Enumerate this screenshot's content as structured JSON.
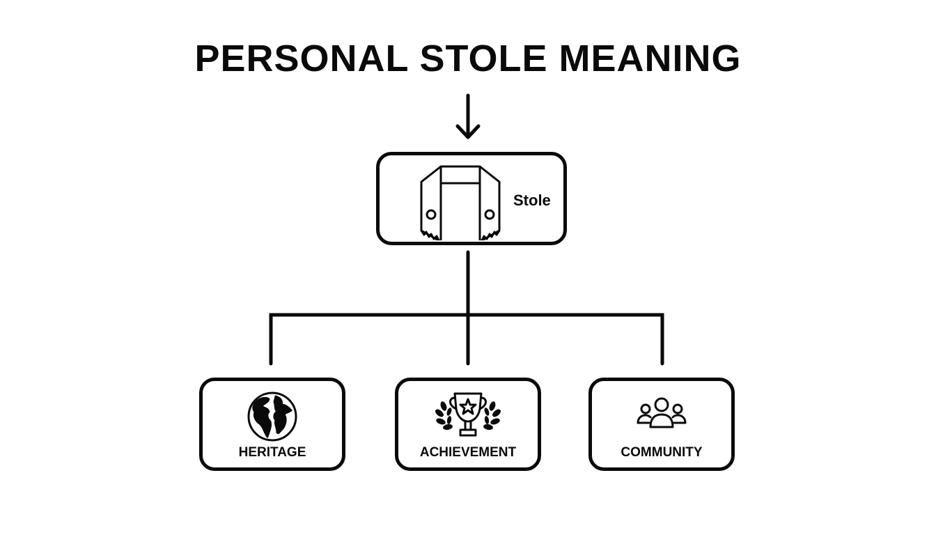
{
  "title": "PERSONAL STOLE MEANING",
  "root": {
    "label": "Stole",
    "icon": "stole-icon"
  },
  "children": [
    {
      "label": "HERITAGE",
      "icon": "globe-icon"
    },
    {
      "label": "ACHIEVEMENT",
      "icon": "trophy-laurel-icon"
    },
    {
      "label": "COMMUNITY",
      "icon": "group-people-icon"
    }
  ],
  "colors": {
    "stroke": "#0a0a0a",
    "background": "#ffffff"
  }
}
